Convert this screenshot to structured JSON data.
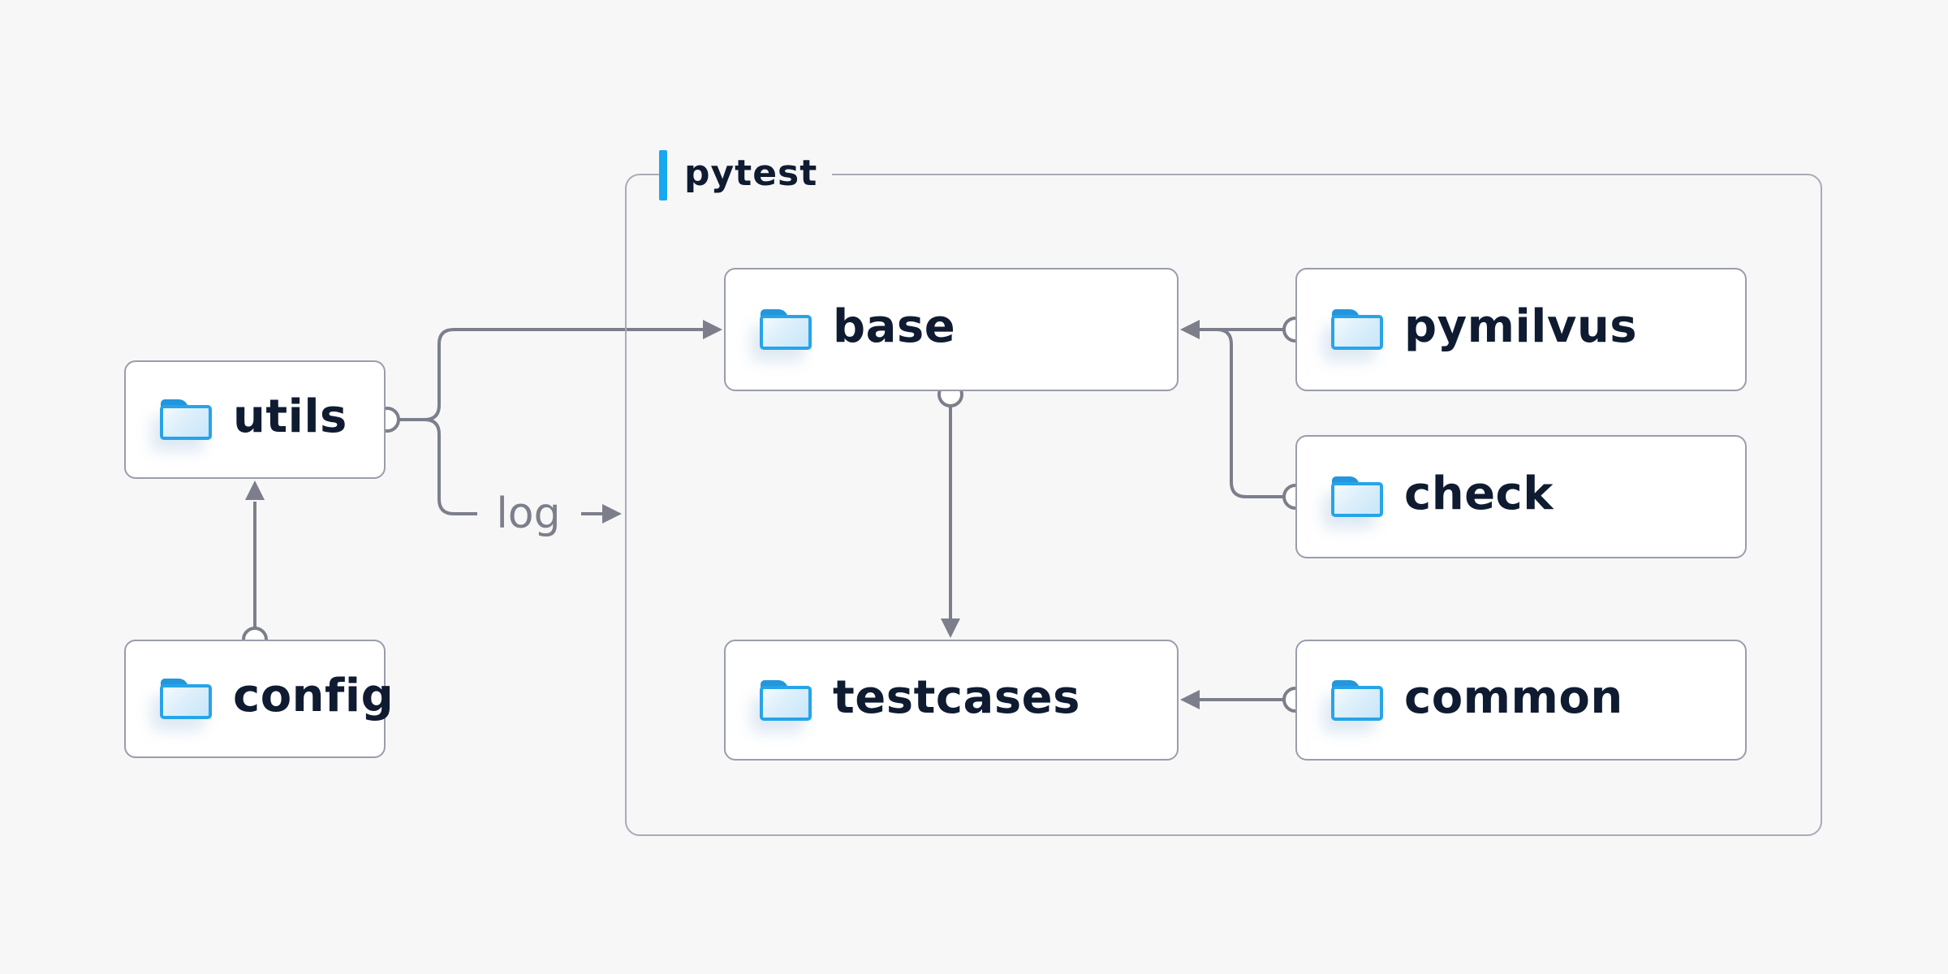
{
  "diagram": {
    "group": {
      "label": "pytest"
    },
    "nodes": [
      {
        "id": "utils",
        "label": "utils"
      },
      {
        "id": "config",
        "label": "config"
      },
      {
        "id": "base",
        "label": "base"
      },
      {
        "id": "pymilvus",
        "label": "pymilvus"
      },
      {
        "id": "check",
        "label": "check"
      },
      {
        "id": "testcases",
        "label": "testcases"
      },
      {
        "id": "common",
        "label": "common"
      }
    ],
    "edges": [
      {
        "from": "config",
        "to": "utils"
      },
      {
        "from": "utils",
        "to": "base"
      },
      {
        "from": "utils",
        "to": "pytest-group",
        "label": "log"
      },
      {
        "from": "base",
        "to": "testcases"
      },
      {
        "from": "pymilvus",
        "to": "base"
      },
      {
        "from": "check",
        "to": "base"
      },
      {
        "from": "common",
        "to": "testcases"
      }
    ],
    "edge_label": {
      "label": "log"
    },
    "icons": [
      {
        "name": "folder-icon",
        "meaning": "directory"
      }
    ],
    "colors": {
      "background": "#f7f7f8",
      "box_fill": "#ffffff",
      "box_border": "#9a9dab",
      "group_border": "#a9abb8",
      "connector": "#7c7f8b",
      "text": "#0f1b31",
      "accent_blue": "#18a8f0",
      "folder_blue": "#27a4e8"
    }
  }
}
